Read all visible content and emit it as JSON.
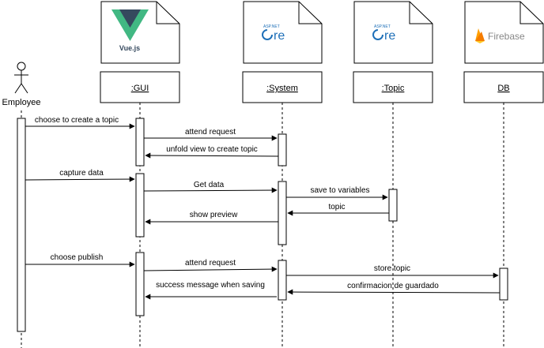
{
  "actor": {
    "label": "Employee"
  },
  "logos": {
    "vue": {
      "text": "Vue.js"
    },
    "core_system": {
      "small": "ASP.NET",
      "main": "Core"
    },
    "core_topic": {
      "small": "ASP.NET",
      "main": "Core"
    },
    "firebase": {
      "text": "Firebase"
    }
  },
  "lifelines": {
    "gui": ":GUI",
    "system": ":System",
    "topic": ":Topic",
    "db": "DB"
  },
  "messages": {
    "m1": "choose to create a topic",
    "m2": "attend request",
    "m3": "unfold view to create topic",
    "m4": "capture data",
    "m5": "Get data",
    "m6": "save to variables",
    "m7": "topic",
    "m8": "show preview",
    "m9": "choose publish",
    "m10": "attend request",
    "m11": "store topic",
    "m12": "success message when saving",
    "m13": "confirmacion de guardado"
  }
}
